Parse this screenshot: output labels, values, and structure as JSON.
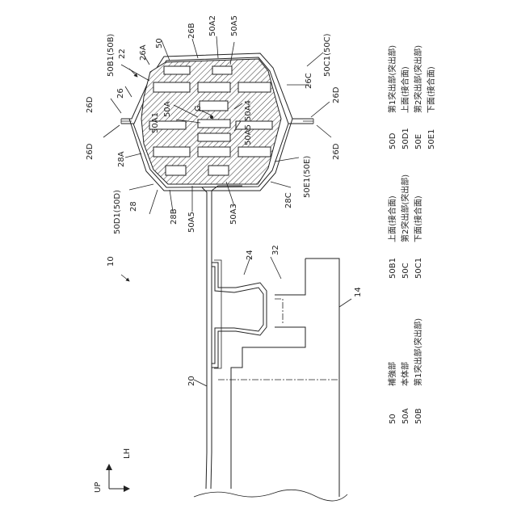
{
  "labels": {
    "l10": "10",
    "l14": "14",
    "l20": "20",
    "l22": "22",
    "l24": "24",
    "l26": "26",
    "l26A": "26A",
    "l26B": "26B",
    "l26C": "26C",
    "l26D_top": "26D",
    "l26D_top2": "26D",
    "l26D_bot": "26D",
    "l26D_bot2": "26D",
    "l28": "28",
    "l28A": "28A",
    "l28B": "28B",
    "l28C": "28C",
    "l32": "32",
    "l50": "50",
    "l50A": "50A",
    "l50A1": "50A1",
    "l50A2": "50A2",
    "l50A3": "50A3",
    "l50A4": "50A4",
    "l50A5a": "50A5",
    "l50A5b": "50A5",
    "l50A5c": "50A5",
    "l50B1": "50B1(50B)",
    "l50C1": "50C1(50C)",
    "l50D1": "50D1(50D)",
    "l50E1": "50E1(50E)",
    "lG": "G",
    "up": "UP",
    "lh": "LH"
  },
  "legend": {
    "col1": [
      {
        "code": "50",
        "name": "補強部"
      },
      {
        "code": "50A",
        "name": "本体部"
      },
      {
        "code": "50B",
        "name": "第1突出部(突出部)"
      }
    ],
    "col2": [
      {
        "code": "50B1",
        "name": "上面(接合面)"
      },
      {
        "code": "50C",
        "name": "第2突出部(突出部)"
      },
      {
        "code": "50C1",
        "name": "下面(接合面)"
      }
    ],
    "col3": [
      {
        "code": "50D",
        "name": "第1突出部(突出部)"
      },
      {
        "code": "50D1",
        "name": "上面(接合面)"
      },
      {
        "code": "50E",
        "name": "第2突出部(突出部)"
      },
      {
        "code": "50E1",
        "name": "下面(接合面)"
      }
    ]
  }
}
